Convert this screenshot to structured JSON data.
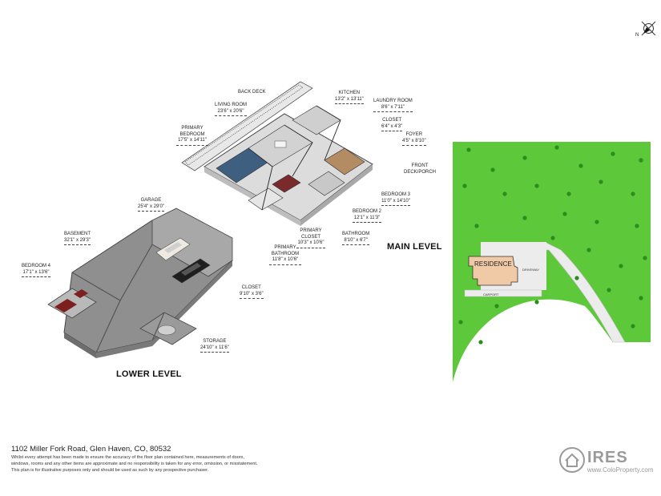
{
  "compass": {
    "label": "N"
  },
  "levels": {
    "main": "MAIN LEVEL",
    "lower": "LOWER LEVEL"
  },
  "main_rooms": [
    {
      "name": "BACK DECK",
      "dim": ""
    },
    {
      "name": "LIVING ROOM",
      "dim": "23'6\" x 20'6\""
    },
    {
      "name": "PRIMARY BEDROOM",
      "dim": "17'5\" x 14'11\""
    },
    {
      "name": "KITCHEN",
      "dim": "13'2\" x 13'11\""
    },
    {
      "name": "LAUNDRY ROOM",
      "dim": "8'6\" x 7'11\""
    },
    {
      "name": "CLOSET",
      "dim": "6'4\" x 4'3\""
    },
    {
      "name": "FOYER",
      "dim": "4'5\" x 8'10\""
    },
    {
      "name": "FRONT DECK/PORCH",
      "dim": ""
    },
    {
      "name": "BEDROOM 3",
      "dim": "11'0\" x 14'10\""
    },
    {
      "name": "BEDROOM 2",
      "dim": "12'1\" x 11'3\""
    },
    {
      "name": "BATHROOM",
      "dim": "8'10\" x 6'7\""
    },
    {
      "name": "PRIMARY CLOSET",
      "dim": "10'3\" x 10'6\""
    },
    {
      "name": "PRIMARY BATHROOM",
      "dim": "11'8\" x 10'6\""
    }
  ],
  "lower_rooms": [
    {
      "name": "GARAGE",
      "dim": "25'4\" x 29'0\""
    },
    {
      "name": "BASEMENT",
      "dim": "32'1\" x 29'3\""
    },
    {
      "name": "BEDROOM 4",
      "dim": "17'1\" x 13'6\""
    },
    {
      "name": "CLOSET",
      "dim": "9'10\" x 3'6\""
    },
    {
      "name": "STORAGE",
      "dim": "24'10\" x 11'6\""
    }
  ],
  "site": {
    "residence": "RESIDENCE",
    "driveway": "DRIVEWAY",
    "carport": "CARPORT",
    "colors": {
      "lawn": "#5dc839",
      "tree": "#2e8b1e",
      "house": "#f0c9a6",
      "pad": "#ececec"
    }
  },
  "footer": {
    "address": "1102 Miller Fork Road, Glen Haven, CO, 80532",
    "disclaimer_1": "Whilst every attempt has been made to ensure the accuracy of the floor plan contained here, measurements of doors,",
    "disclaimer_2": "windows, rooms and any other items are approximate and no responsibility is taken for any error, omission, or misstatement.",
    "disclaimer_3": "This plan is for illustrative purposes only and should be used as such by any prospective purchaser."
  },
  "logo": {
    "brand": "IRES",
    "site": "www.ColoProperty.com"
  }
}
